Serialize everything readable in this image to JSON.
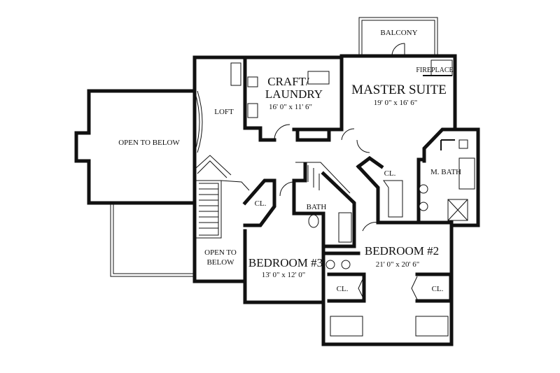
{
  "plan": {
    "labels": {
      "balcony": "BALCONY",
      "fireplace": "FIREPLACE",
      "craft_line1": "CRAFT/",
      "craft_line2": "LAUNDRY",
      "craft_dim": "16' 0\" x 11' 6\"",
      "master_suite": "MASTER SUITE",
      "master_dim": "19' 0\" x 16' 6\"",
      "loft": "LOFT",
      "open_to_below_left": "OPEN TO BELOW",
      "open_to_below_line1": "OPEN TO",
      "open_to_below_line2": "BELOW",
      "closet_master": "CL.",
      "m_bath": "M. BATH",
      "closet_bed3": "CL.",
      "bath": "BATH",
      "bedroom3": "BEDROOM #3",
      "bedroom3_dim": "13' 0\" x 12' 0\"",
      "bedroom2": "BEDROOM #2",
      "bedroom2_dim": "21' 0\" x 20' 6\"",
      "closet_bed2_left": "CL.",
      "closet_bed2_right": "CL."
    }
  }
}
